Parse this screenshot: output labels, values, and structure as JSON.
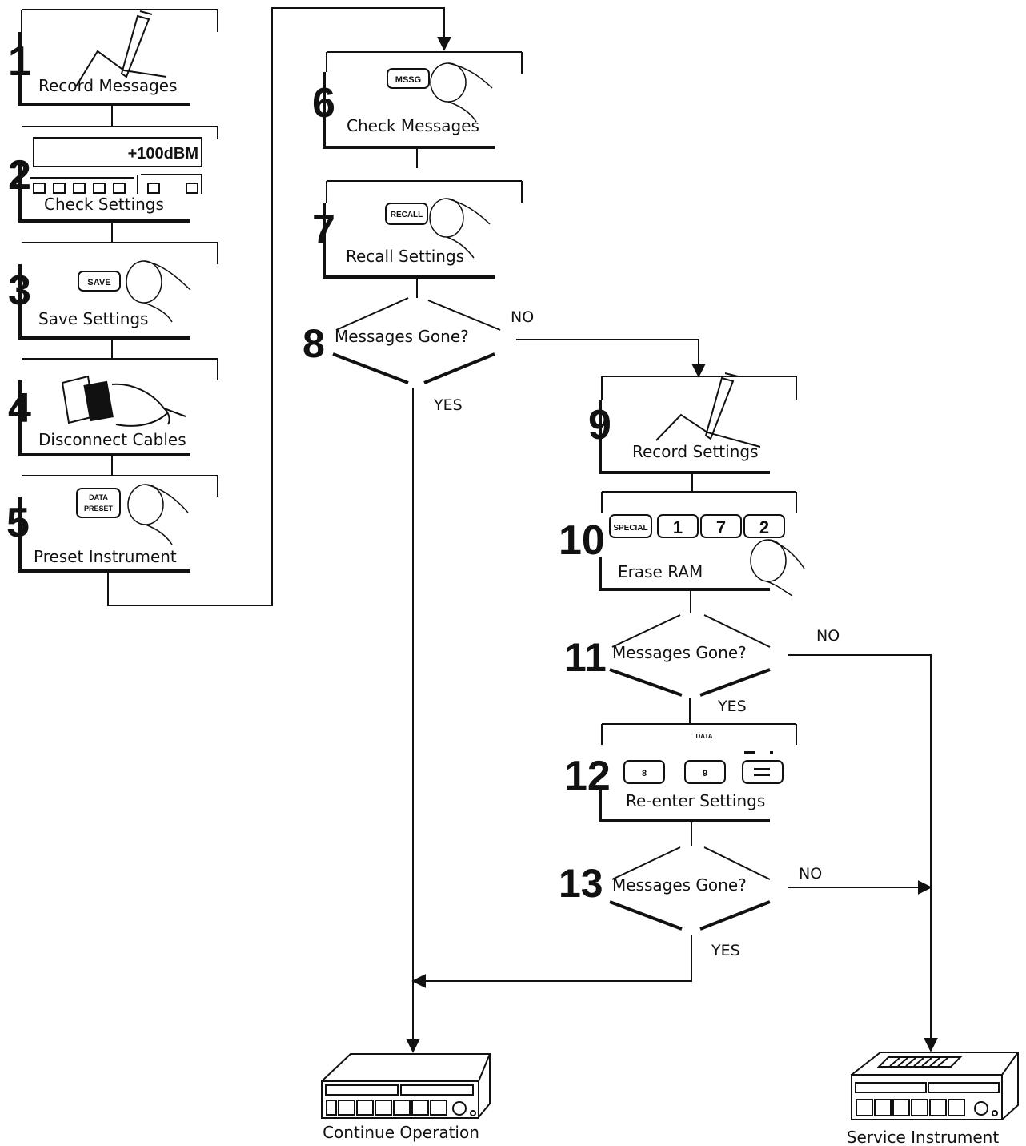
{
  "steps": [
    {
      "num": "1",
      "label": "Record Messages"
    },
    {
      "num": "2",
      "label": "Check Settings",
      "display": "+100dBM"
    },
    {
      "num": "3",
      "label": "Save Settings",
      "key": "SAVE"
    },
    {
      "num": "4",
      "label": "Disconnect Cables"
    },
    {
      "num": "5",
      "label": "Preset Instrument",
      "key_top": "DATA",
      "key_bottom": "PRESET"
    },
    {
      "num": "6",
      "label": "Check Messages",
      "key": "MSSG"
    },
    {
      "num": "7",
      "label": "Recall Settings",
      "key": "RECALL"
    },
    {
      "num": "8",
      "label": "Messages Gone?"
    },
    {
      "num": "9",
      "label": "Record Settings"
    },
    {
      "num": "10",
      "label": "Erase RAM",
      "keys": [
        "SPECIAL",
        "1",
        "7",
        "2"
      ]
    },
    {
      "num": "11",
      "label": "Messages Gone?"
    },
    {
      "num": "12",
      "label": "Re-enter Settings",
      "key_header": "DATA",
      "keys": [
        "8",
        "9",
        ""
      ]
    },
    {
      "num": "13",
      "label": "Messages Gone?"
    }
  ],
  "branches": {
    "no_8": "NO",
    "yes_8": "YES",
    "no_11": "NO",
    "yes_11": "YES",
    "no_13": "NO",
    "yes_13": "YES"
  },
  "outcomes": {
    "continue": "Continue Operation",
    "service": "Service Instrument"
  }
}
